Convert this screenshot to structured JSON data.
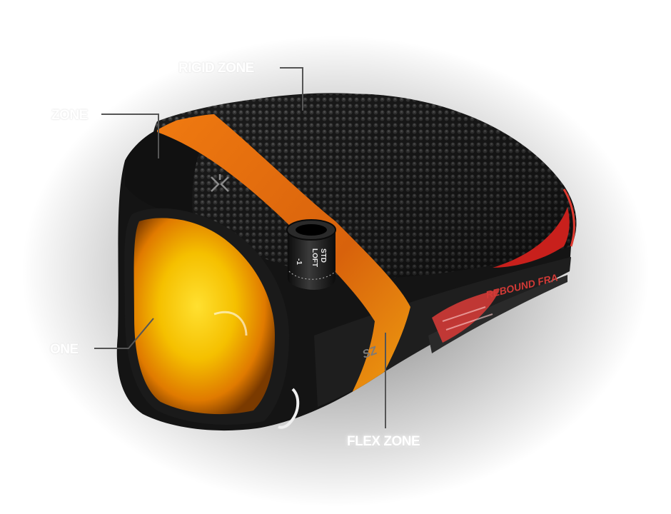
{
  "callouts": {
    "rigid_zone": "RIGID ZONE",
    "zone_top": "ZONE",
    "zone_face": "ONE",
    "flex_zone": "FLEX ZONE"
  },
  "head_text": {
    "rebound_frame": "REBOUND FRA",
    "hosel_std": "STD",
    "hosel_loft": "LOFT",
    "hosel_minus": "-1",
    "sole_mark": "SZ"
  },
  "colors": {
    "crown_dark": "#1b1b1b",
    "flex_band": "#d8620c",
    "face_glow": "#f5c800",
    "accent_red": "#c8201c",
    "callout_line": "#555555"
  }
}
